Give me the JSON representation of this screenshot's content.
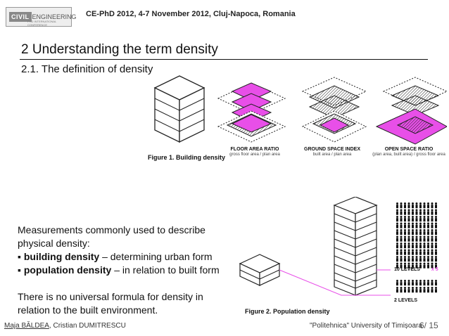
{
  "logo": {
    "box_text": "CIVIL",
    "rest_text": "ENGINEERING",
    "sub_text": "PHD INTERNATIONAL CONFERENCE"
  },
  "header": {
    "conference": "CE-PhD 2012, 4-7 November 2012, Cluj-Napoca, Romania"
  },
  "slide": {
    "title": "2 Understanding the term density",
    "subtitle": "2.1. The definition of density"
  },
  "figure1": {
    "caption": "Figure 1. Building density",
    "ratios": [
      {
        "label": "FLOOR AREA RATIO",
        "sub": "gross floor area / plan area"
      },
      {
        "label": "GROUND SPACE INDEX",
        "sub": "built area / plan area"
      },
      {
        "label": "OPEN SPACE RATIO",
        "sub": "(plan area, built area) / gross floor area"
      }
    ],
    "accent_color": "#e84fe8"
  },
  "body": {
    "intro_line1": "Measurements commonly used to describe",
    "intro_line2": "physical density:",
    "bullet1_bold": "building density",
    "bullet1_rest": " – determining urban form",
    "bullet2_bold": "population density",
    "bullet2_rest": " – in relation to built form",
    "note_line1": "There is no universal formula for density in",
    "note_line2": "relation to the built environment."
  },
  "figure2": {
    "caption": "Figure 2. Population density",
    "levels_tall": "10 LEVELS",
    "multiplier": "x 5",
    "levels_short": "2 LEVELS",
    "multiplier_color": "#e84fe8"
  },
  "footer": {
    "author1": "Maja BĂLDEA",
    "author2": ", Cristian DUMITRESCU",
    "institution": "\"Politehnica\" University of Timișoara",
    "page": "6/ 15"
  }
}
